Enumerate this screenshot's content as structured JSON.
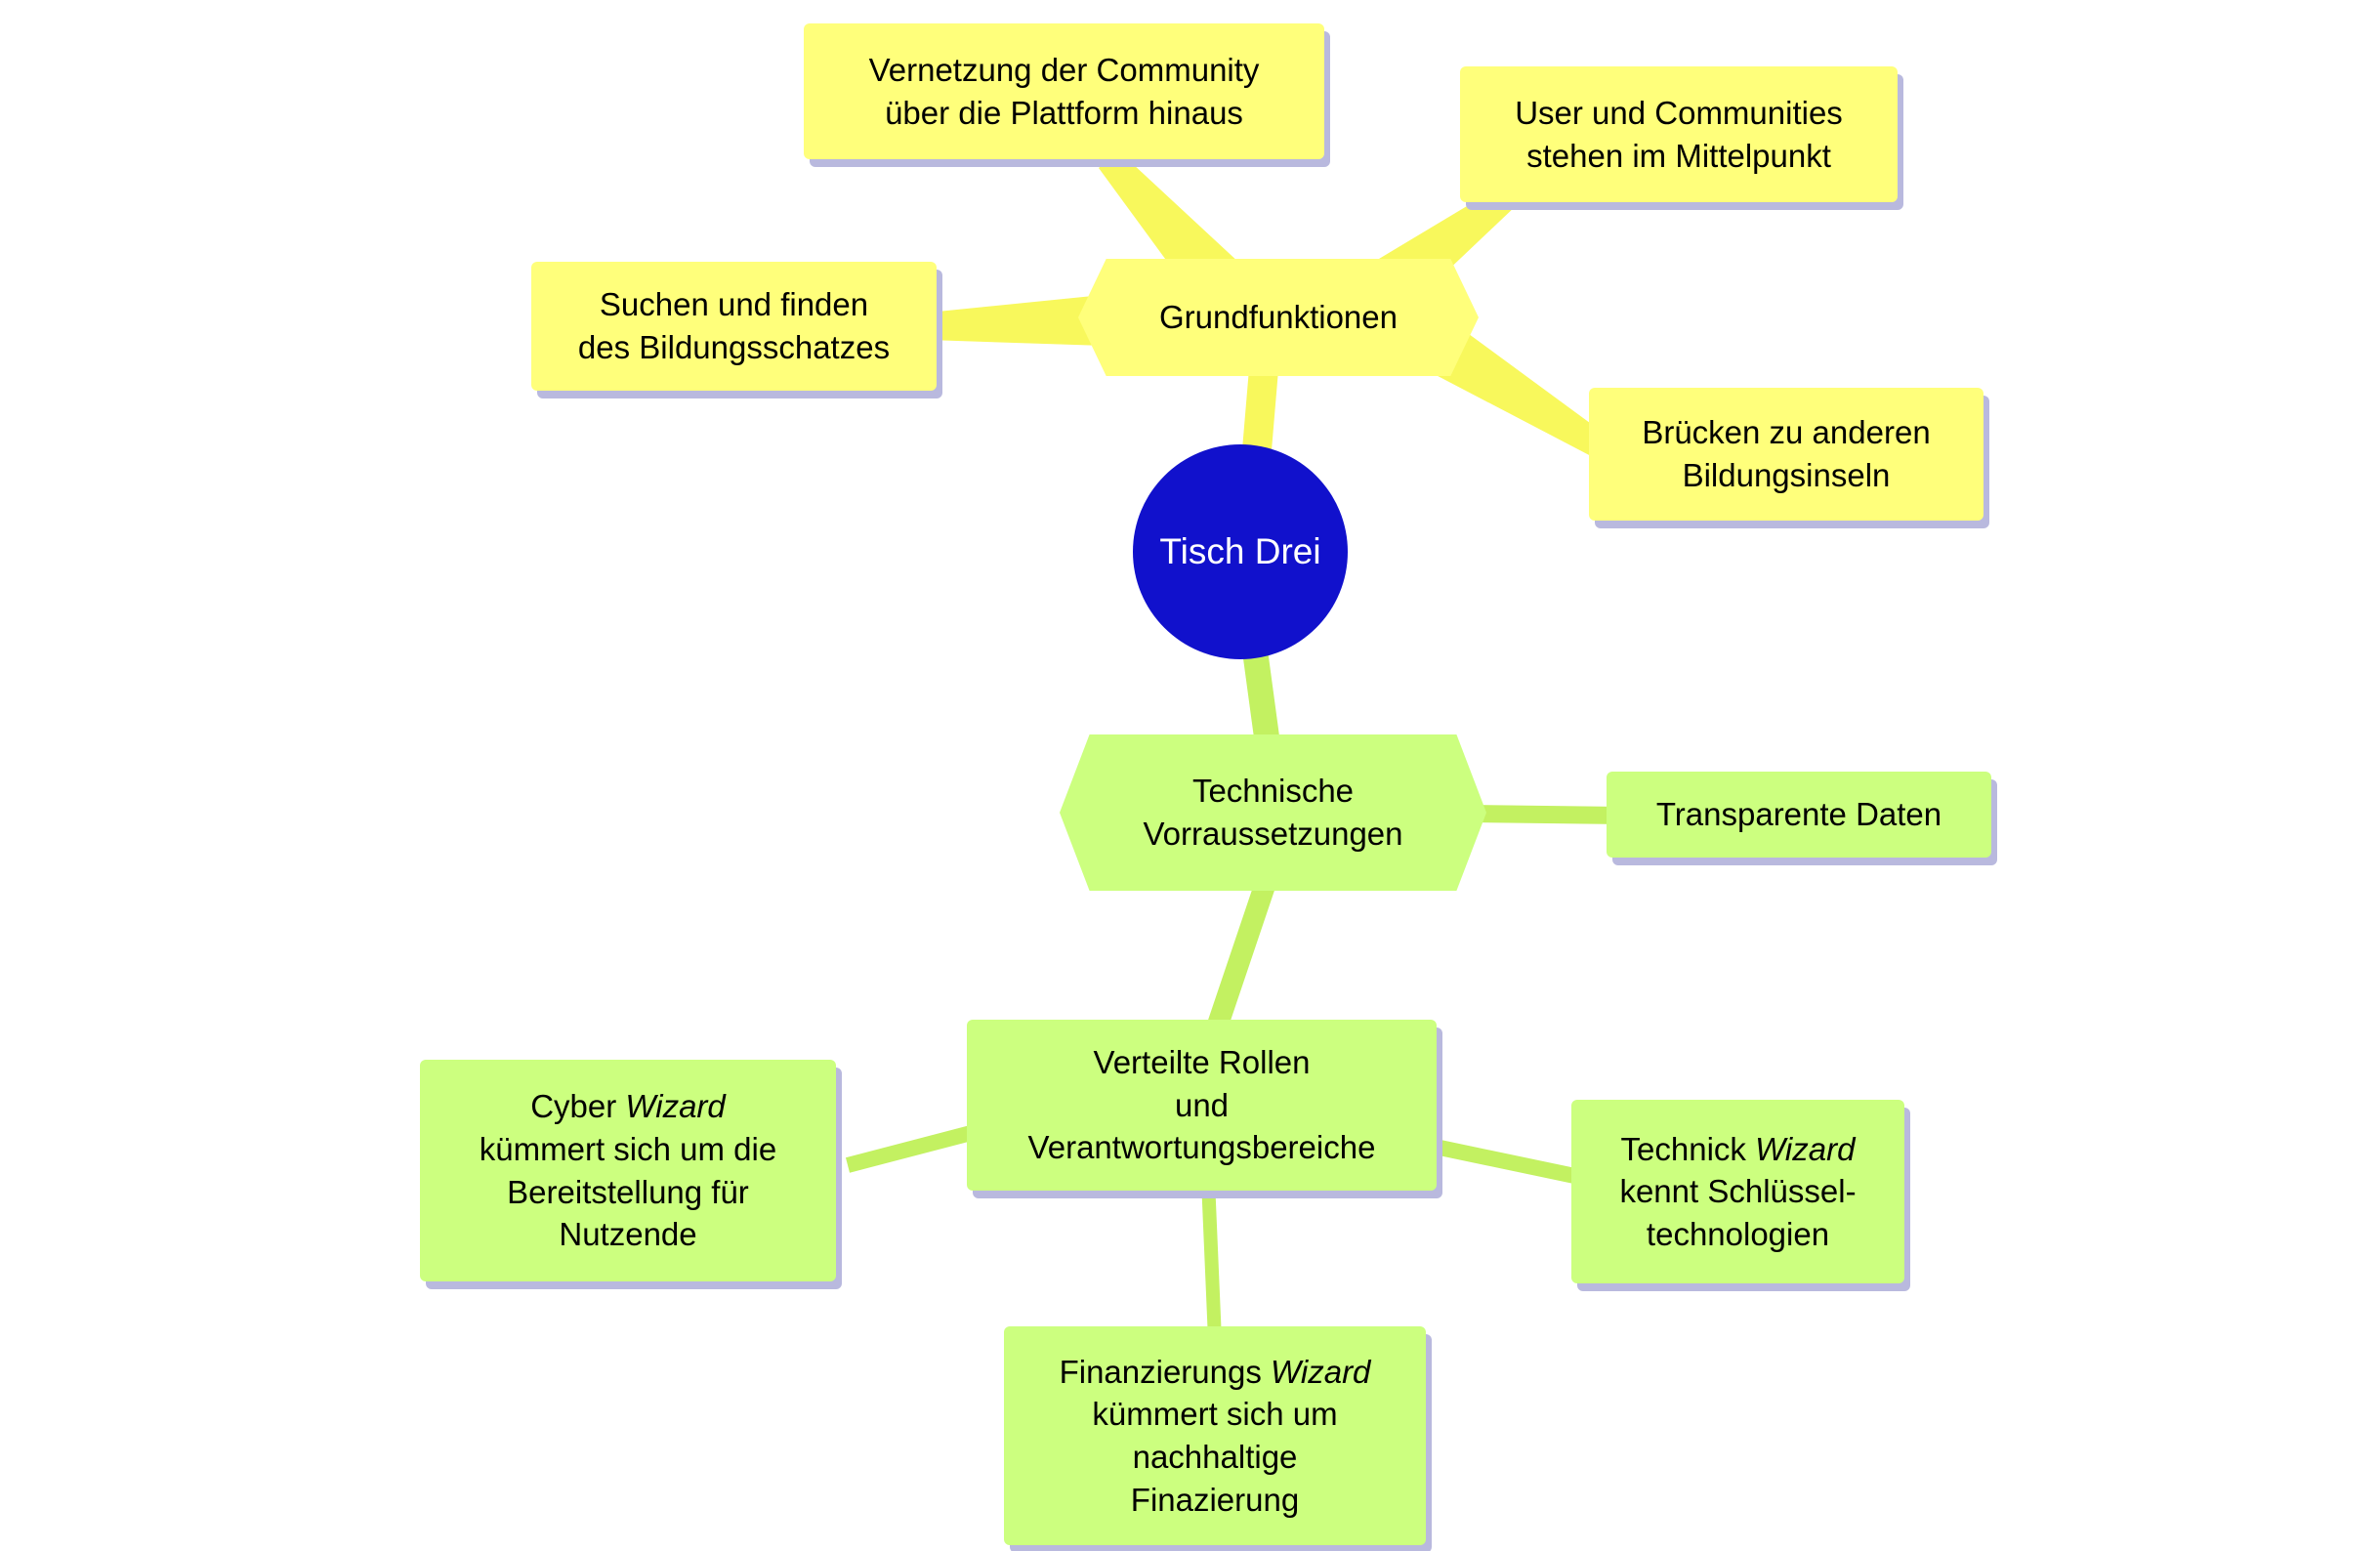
{
  "root": {
    "label": "Tisch Drei"
  },
  "branches": {
    "grundfunktionen": {
      "label": "Grundfunktionen"
    },
    "technische": {
      "label": "Technische\nVorraussetzungen"
    }
  },
  "leaves": {
    "vernetzung": {
      "label": "Vernetzung der Community\nüber die Plattform hinaus"
    },
    "user": {
      "label": "User und Communities\nstehen im Mittelpunkt"
    },
    "suchen": {
      "label": "Suchen und finden\ndes Bildungsschatzes"
    },
    "bruecken": {
      "label": "Brücken zu anderen\nBildungsinseln"
    },
    "transparente": {
      "label": "Transparente Daten"
    },
    "verteilte": {
      "label": "Verteilte Rollen\nund\nVerantwortungsbereiche"
    },
    "cyber": {
      "pre": "Cyber ",
      "italic": "Wizard",
      "rest": "\nkümmert sich um die\nBereitstellung für\nNutzende"
    },
    "technick": {
      "pre": "Technick ",
      "italic": "Wizard",
      "rest": "\nkennt Schlüssel-\ntechnologien"
    },
    "finanzierung": {
      "pre": "Finanzierungs ",
      "italic": "Wizard",
      "rest": "\nkümmert sich um\nnachhaltige\nFinazierung"
    }
  },
  "colors": {
    "node_yellow": "#FFFF7B",
    "link_yellow": "#F8F85C",
    "node_green": "#CCFF7F",
    "link_green": "#C3F161",
    "root_blue": "#1111CC",
    "node_shadow": "#B9B9DE",
    "root_text": "#FFFFFF",
    "node_text": "#000000"
  }
}
